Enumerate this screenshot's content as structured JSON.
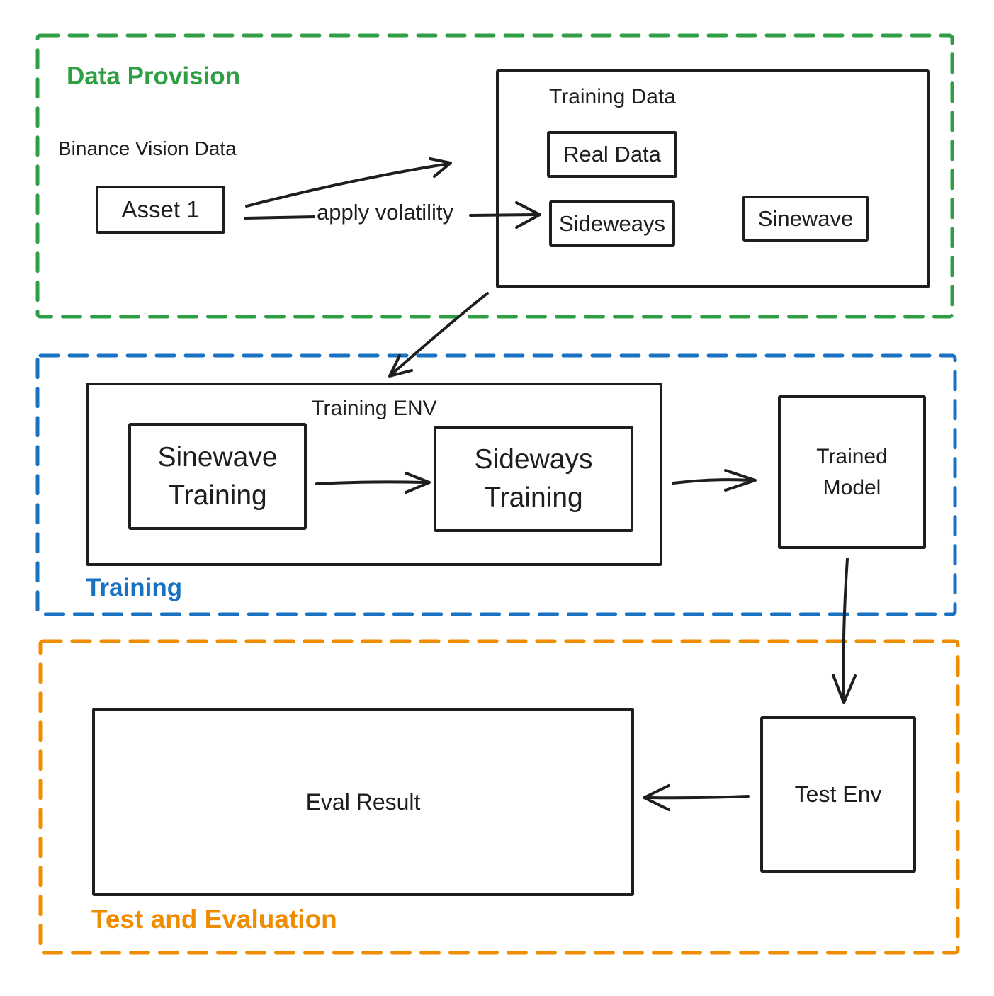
{
  "diagram": {
    "background": "#ffffff",
    "stroke_color": "#1e1e1e"
  },
  "sections": {
    "data_provision": {
      "label": "Data Provision",
      "color": "#2f9e44"
    },
    "training": {
      "label": "Training",
      "color": "#1971c2"
    },
    "test_and_evaluation": {
      "label": "Test and Evaluation",
      "color": "#f08c00"
    }
  },
  "nodes": {
    "binance_vision_data": {
      "label": "Binance Vision Data"
    },
    "asset_1": {
      "label": "Asset 1"
    },
    "training_data": {
      "label": "Training Data"
    },
    "real_data": {
      "label": "Real Data"
    },
    "sideweays": {
      "label": "Sideweays"
    },
    "sinewave": {
      "label": "Sinewave"
    },
    "training_env": {
      "label": "Training ENV"
    },
    "sinewave_training": {
      "label": "Sinewave Training"
    },
    "sideways_training": {
      "label": "Sideways Training"
    },
    "trained_model": {
      "label": "Trained Model"
    },
    "eval_result": {
      "label": "Eval Result"
    },
    "test_env": {
      "label": "Test Env"
    }
  },
  "edges": {
    "apply_volatility": {
      "label": "apply volatility"
    }
  }
}
